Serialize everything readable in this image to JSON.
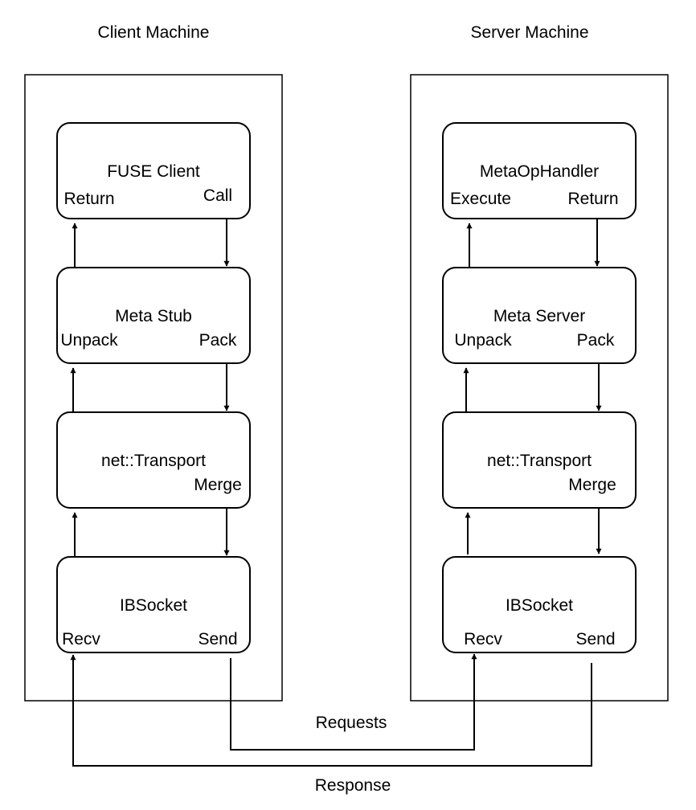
{
  "client": {
    "title": "Client Machine",
    "fuse_client": {
      "name": "FUSE Client",
      "left_label": "Return",
      "right_label": "Call"
    },
    "meta_stub": {
      "name": "Meta Stub",
      "left_label": "Unpack",
      "right_label": "Pack"
    },
    "transport": {
      "name": "net::Transport",
      "right_label": "Merge"
    },
    "ibsocket": {
      "name": "IBSocket",
      "left_label": "Recv",
      "right_label": "Send"
    }
  },
  "server": {
    "title": "Server Machine",
    "handler": {
      "name": "MetaOpHandler",
      "left_label": "Execute",
      "right_label": "Return"
    },
    "meta_server": {
      "name": "Meta Server",
      "left_label": "Unpack",
      "right_label": "Pack"
    },
    "transport": {
      "name": "net::Transport",
      "right_label": "Merge"
    },
    "ibsocket": {
      "name": "IBSocket",
      "left_label": "Recv",
      "right_label": "Send"
    }
  },
  "links": {
    "requests_label": "Requests",
    "response_label": "Response"
  }
}
